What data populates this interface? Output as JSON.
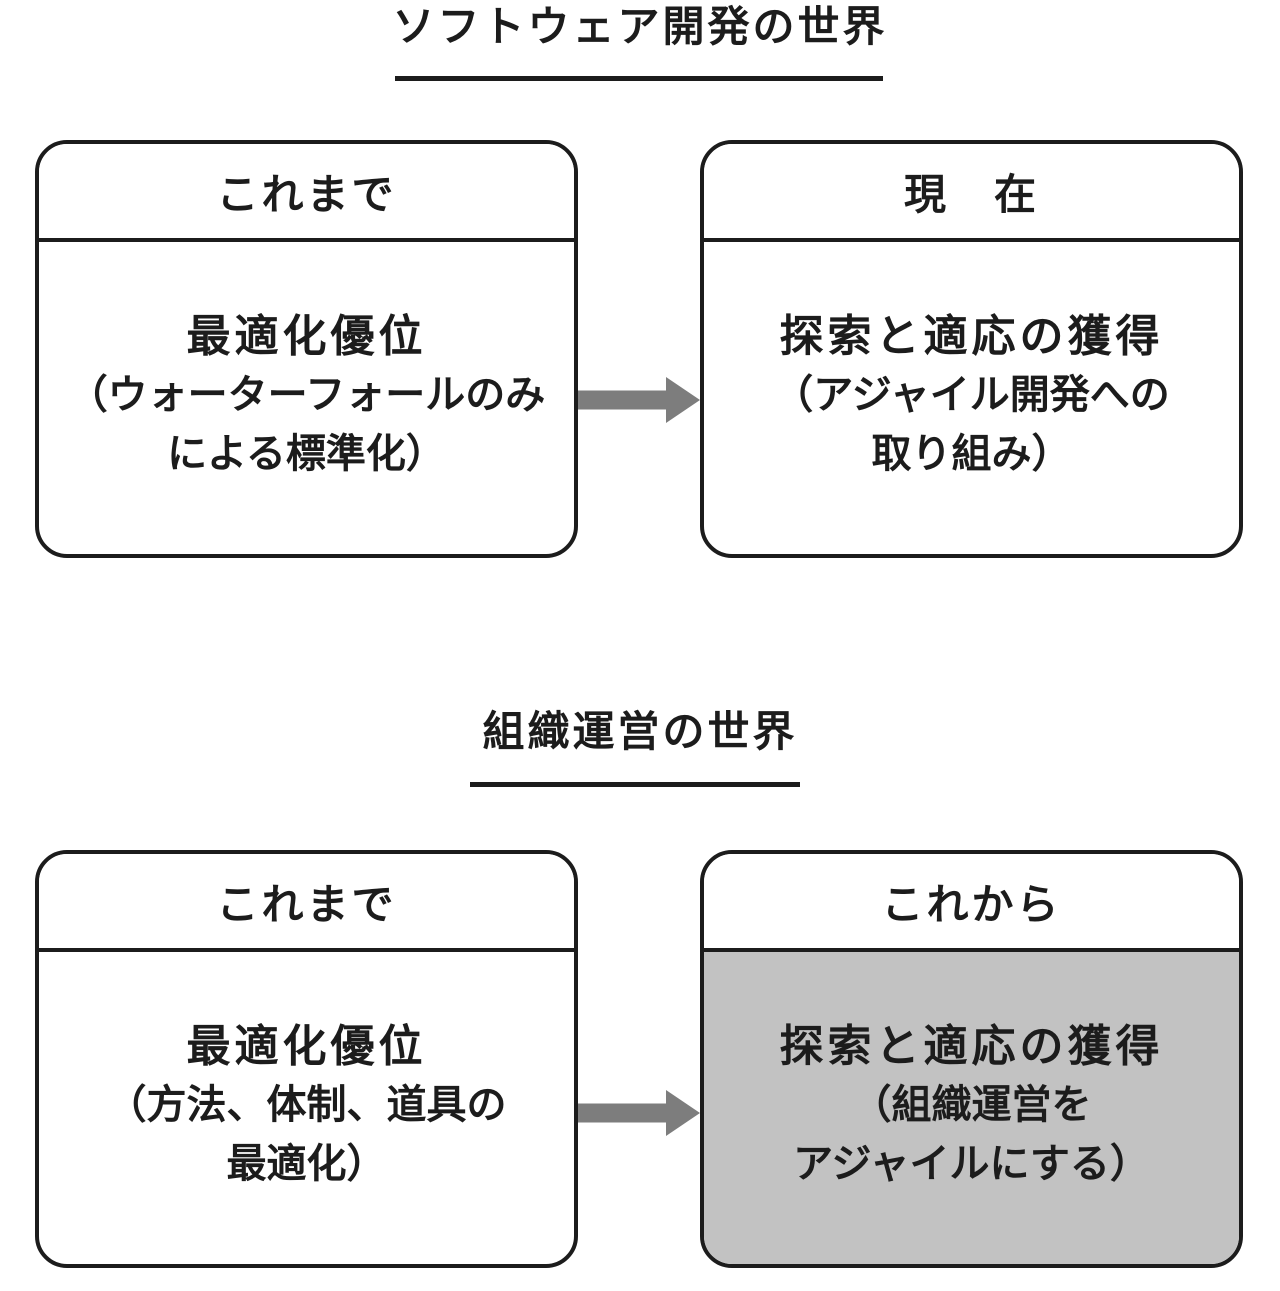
{
  "colors": {
    "page_bg": "#ffffff",
    "ink": "#1c1c1c",
    "arrow": "#7d7d7d",
    "gray_fill": "#c2c2c2"
  },
  "sections": [
    {
      "title": "ソフトウェア開発の世界",
      "left_box": {
        "header": "これまで",
        "lines": [
          "最適化優位",
          "（ウォーターフォールのみ",
          "による標準化）"
        ]
      },
      "right_box": {
        "header": "現　在",
        "lines": [
          "探索と適応の獲得",
          "（アジャイル開発への",
          "取り組み）"
        ]
      }
    },
    {
      "title": "組織運営の世界",
      "left_box": {
        "header": "これまで",
        "lines": [
          "最適化優位",
          "（方法、体制、道具の",
          "最適化）"
        ]
      },
      "right_box": {
        "header": "これから",
        "highlighted": true,
        "lines": [
          "探索と適応の獲得",
          "（組織運営を",
          "アジャイルにする）"
        ]
      }
    }
  ]
}
